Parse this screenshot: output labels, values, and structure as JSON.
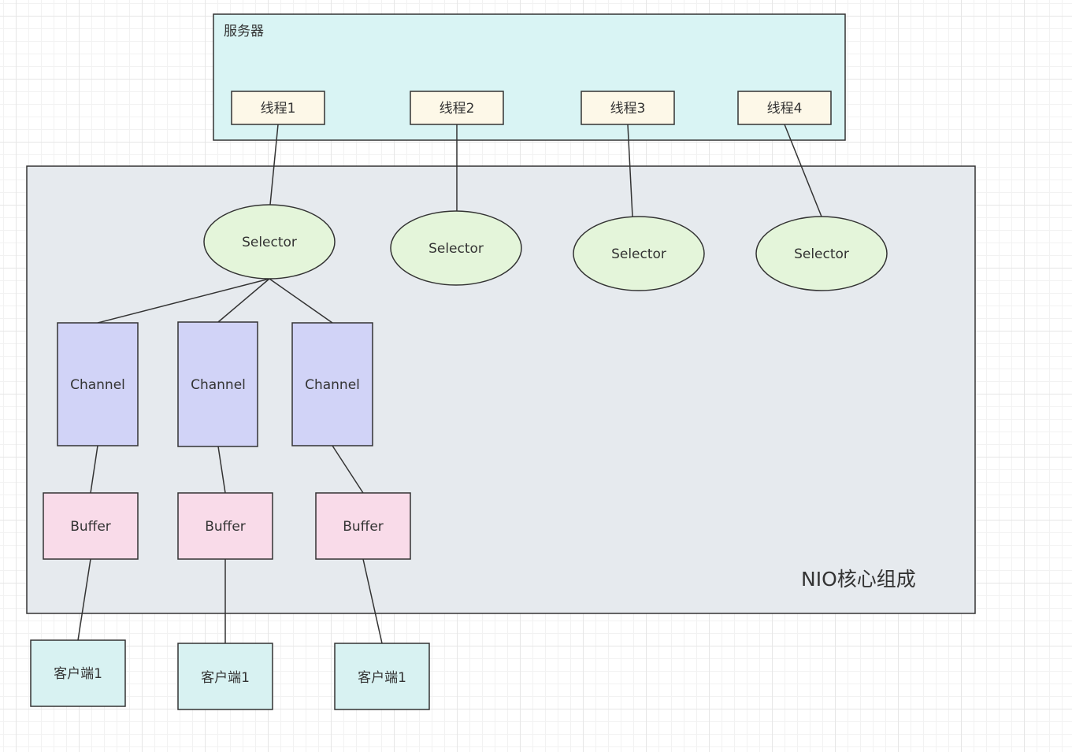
{
  "colors": {
    "server_fill": "#d9f4f4",
    "core_fill": "#e6eaee",
    "thread_fill": "#fdf8e8",
    "selector_fill": "#e4f5da",
    "channel_fill": "#d1d3f7",
    "buffer_fill": "#f9dbe9",
    "client_fill": "#d8f2f2",
    "stroke": "#333333"
  },
  "server": {
    "title": "服务器"
  },
  "core": {
    "title": "NIO核心组成"
  },
  "threads": [
    {
      "label": "线程1"
    },
    {
      "label": "线程2"
    },
    {
      "label": "线程3"
    },
    {
      "label": "线程4"
    }
  ],
  "selectors": [
    {
      "label": "Selector"
    },
    {
      "label": "Selector"
    },
    {
      "label": "Selector"
    },
    {
      "label": "Selector"
    }
  ],
  "channels": [
    {
      "label": "Channel"
    },
    {
      "label": "Channel"
    },
    {
      "label": "Channel"
    }
  ],
  "buffers": [
    {
      "label": "Buffer"
    },
    {
      "label": "Buffer"
    },
    {
      "label": "Buffer"
    }
  ],
  "clients": [
    {
      "label": "客户端1"
    },
    {
      "label": "客户端1"
    },
    {
      "label": "客户端1"
    }
  ],
  "edges": [
    {
      "from": "thread-1",
      "to": "selector-1"
    },
    {
      "from": "thread-2",
      "to": "selector-2"
    },
    {
      "from": "thread-3",
      "to": "selector-3"
    },
    {
      "from": "thread-4",
      "to": "selector-4"
    },
    {
      "from": "selector-1",
      "to": "channel-1"
    },
    {
      "from": "selector-1",
      "to": "channel-2"
    },
    {
      "from": "selector-1",
      "to": "channel-3"
    },
    {
      "from": "channel-1",
      "to": "buffer-1"
    },
    {
      "from": "channel-2",
      "to": "buffer-2"
    },
    {
      "from": "channel-3",
      "to": "buffer-3"
    },
    {
      "from": "buffer-1",
      "to": "client-1"
    },
    {
      "from": "buffer-2",
      "to": "client-2"
    },
    {
      "from": "buffer-3",
      "to": "client-3"
    }
  ]
}
